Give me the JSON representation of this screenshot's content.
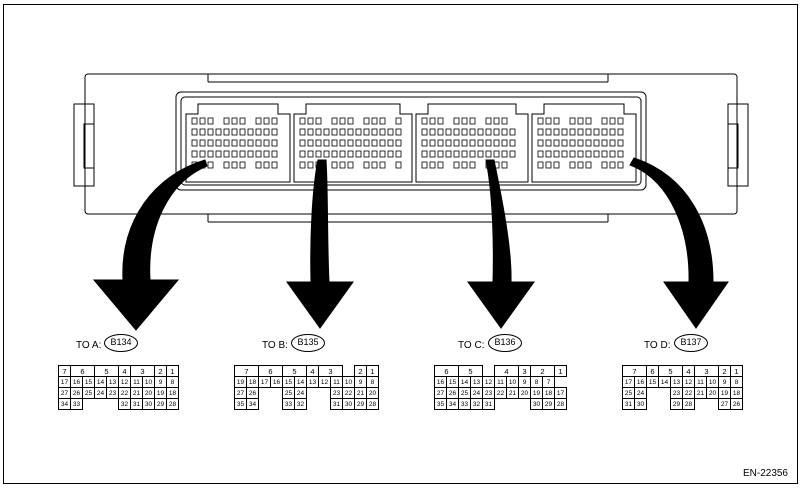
{
  "connectors": [
    {
      "prefix": "TO A:",
      "badge": "B134",
      "rows": [
        [
          "7",
          "6",
          "5",
          "4",
          "3",
          "2",
          "1"
        ],
        [
          "17",
          "16",
          "15",
          "14",
          "13",
          "12",
          "11",
          "10",
          "9",
          "8"
        ],
        [
          "27",
          "26",
          "25",
          "24",
          "23",
          "22",
          "21",
          "20",
          "19",
          "18"
        ],
        [
          "34",
          "33",
          "",
          "",
          "",
          "32",
          "31",
          "30",
          "29",
          "28"
        ]
      ]
    },
    {
      "prefix": "TO B:",
      "badge": "B135",
      "rows": [
        [
          "7",
          "6",
          "5",
          "4",
          "3",
          "",
          "2",
          "1"
        ],
        [
          "19",
          "18",
          "17",
          "16",
          "15",
          "14",
          "13",
          "12",
          "11",
          "10",
          "9",
          "8"
        ],
        [
          "27",
          "26",
          "",
          "",
          "25",
          "24",
          "",
          "",
          "23",
          "22",
          "21",
          "20"
        ],
        [
          "35",
          "34",
          "",
          "",
          "33",
          "32",
          "",
          "",
          "31",
          "30",
          "29",
          "28"
        ]
      ]
    },
    {
      "prefix": "TO C:",
      "badge": "B136",
      "rows": [
        [
          "6",
          "5",
          "",
          "4",
          "3",
          "2",
          "1"
        ],
        [
          "16",
          "15",
          "14",
          "13",
          "12",
          "11",
          "10",
          "9",
          "8",
          "7"
        ],
        [
          "27",
          "26",
          "25",
          "24",
          "23",
          "22",
          "21",
          "20",
          "19",
          "18",
          "17"
        ],
        [
          "35",
          "34",
          "33",
          "32",
          "31",
          "",
          "",
          "30",
          "29",
          "28"
        ]
      ]
    },
    {
      "prefix": "TO D:",
      "badge": "B137",
      "rows": [
        [
          "7",
          "6",
          "5",
          "4",
          "3",
          "2",
          "1"
        ],
        [
          "17",
          "16",
          "15",
          "14",
          "13",
          "12",
          "11",
          "10",
          "9",
          "8"
        ],
        [
          "25",
          "24",
          "",
          "",
          "23",
          "22",
          "21",
          "20",
          "19",
          "18"
        ],
        [
          "31",
          "30",
          "",
          "",
          "29",
          "28",
          "",
          "",
          "27",
          "26"
        ]
      ]
    }
  ],
  "figure_code": "EN-22356"
}
